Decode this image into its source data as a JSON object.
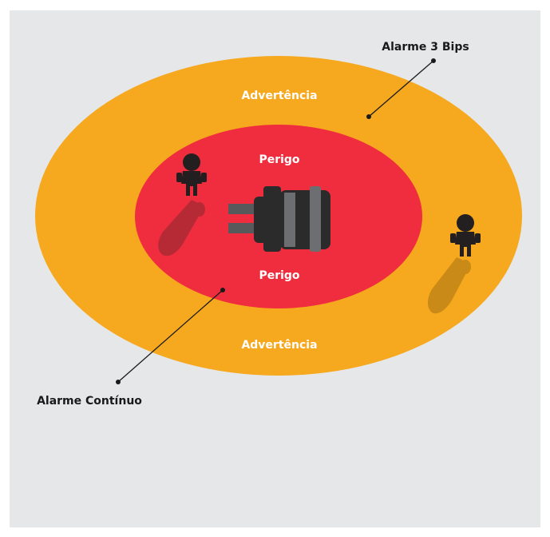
{
  "zones": {
    "outer_top_label": "Advertência",
    "outer_bottom_label": "Advertência",
    "inner_top_label": "Perigo",
    "inner_bottom_label": "Perigo"
  },
  "callouts": {
    "outer": "Alarme 3 Bips",
    "inner": "Alarme Contínuo"
  },
  "colors": {
    "background": "#e6e7e8",
    "warning_zone": "#f6a81e",
    "danger_zone": "#ef2d3e",
    "person": "#231f20",
    "shadow_in_danger": "#b62a35",
    "shadow_in_warning": "#c98a17",
    "device_body": "#2b2b2b",
    "device_band": "#6d6e71",
    "prong": "#58595b"
  },
  "icons": [
    "person-icon",
    "sensor-device-icon"
  ]
}
